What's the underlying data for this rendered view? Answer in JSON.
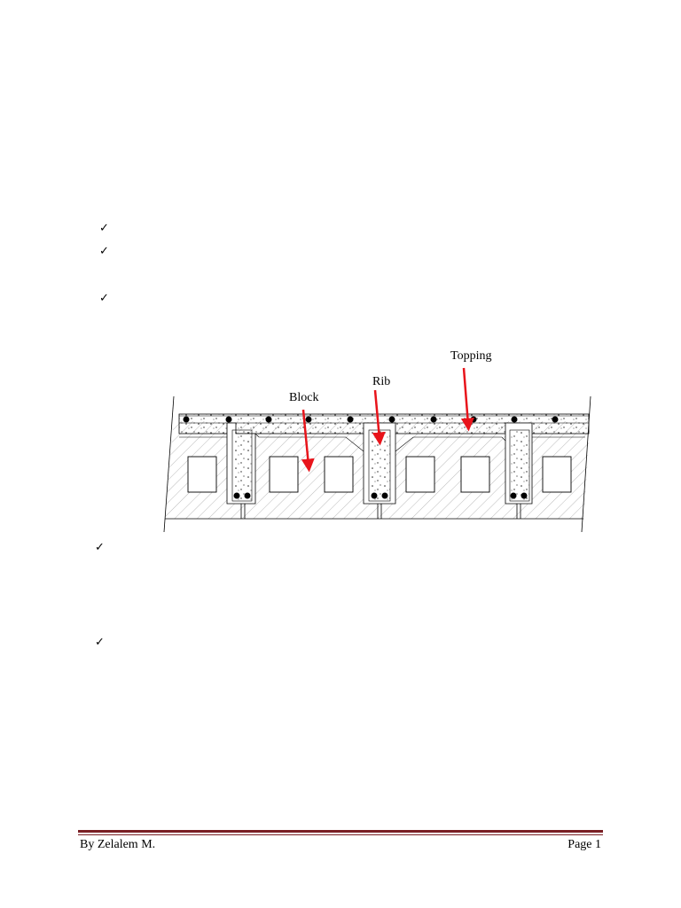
{
  "bullets": [
    "✓",
    "✓",
    "✓",
    "✓",
    "✓"
  ],
  "figure": {
    "labels": {
      "topping": "Topping",
      "rib": "Rib",
      "block": "Block"
    },
    "arrow_color": "#e8141b",
    "hatch_color": "#999999",
    "line_color": "#000000"
  },
  "footer": {
    "author": "By Zelalem M.",
    "page": "Page 1",
    "rule_color": "#7a1f24"
  }
}
